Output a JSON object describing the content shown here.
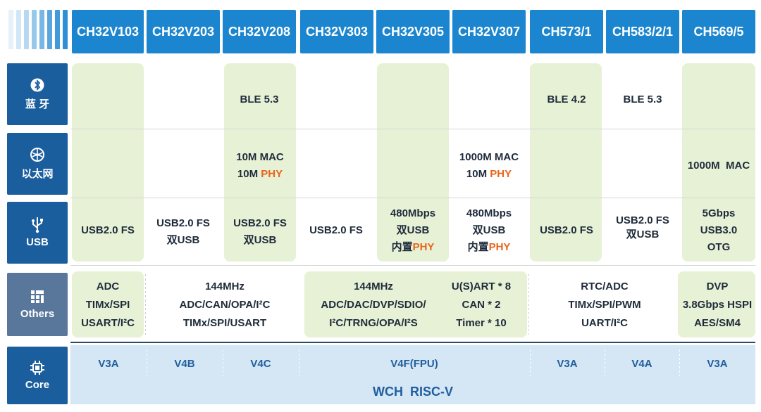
{
  "columns": [
    "CH32V103",
    "CH32V203",
    "CH32V208",
    "CH32V303",
    "CH32V305",
    "CH32V307",
    "CH573/1",
    "CH583/2/1",
    "CH569/5"
  ],
  "rows": {
    "bluetooth": {
      "label": "蓝 牙",
      "icon": "bluetooth-icon"
    },
    "ethernet": {
      "label": "以太网",
      "icon": "globe-icon"
    },
    "usb": {
      "label": "USB",
      "icon": "usb-icon"
    },
    "others": {
      "label": "Others",
      "icon": "grid-icon"
    },
    "core": {
      "label": "Core",
      "icon": "chip-icon"
    }
  },
  "bluetooth": {
    "ch32v208": "BLE 5.3",
    "ch573": "BLE 4.2",
    "ch583": "BLE 5.3"
  },
  "ethernet": {
    "ch32v208": {
      "line1": "10M MAC",
      "line2_prefix": "10M ",
      "line2_phy": "PHY"
    },
    "ch32v307": {
      "line1": "1000M MAC",
      "line2_prefix": "10M ",
      "line2_phy": "PHY"
    },
    "ch569": "1000M  MAC"
  },
  "usb": {
    "ch32v103": "USB2.0 FS",
    "ch32v203": {
      "line1": "USB2.0 FS",
      "line2": "双USB"
    },
    "ch32v208": {
      "line1": "USB2.0 FS",
      "line2": "双USB"
    },
    "ch32v303": "USB2.0 FS",
    "ch32v305": {
      "line1": "480Mbps",
      "line2": "双USB",
      "line3_prefix": "内置",
      "line3_phy": "PHY"
    },
    "ch32v307": {
      "line1": "480Mbps",
      "line2": "双USB",
      "line3_prefix": "内置",
      "line3_phy": "PHY"
    },
    "ch573": "USB2.0 FS",
    "ch583": {
      "line1": "USB2.0 FS",
      "line2": "双USB"
    },
    "ch569": {
      "line1": "5Gbps",
      "line2": "USB3.0",
      "line3": "OTG"
    }
  },
  "others": {
    "ch32v103": {
      "line1": "ADC",
      "line2": "TIMx/SPI",
      "line3": "USART/I²C"
    },
    "ch32v203_208": {
      "line1": "144MHz",
      "line2": "ADC/CAN/OPA/I²C",
      "line3": "TIMx/SPI/USART"
    },
    "ch32v30x_left": {
      "line1": "144MHz",
      "line2": "ADC/DAC/DVP/SDIO/",
      "line3": "I²C/TRNG/OPA/I²S"
    },
    "ch32v30x_right": {
      "line1": "U(S)ART * 8",
      "line2": "CAN * 2",
      "line3": "Timer * 10"
    },
    "ch57x_58x": {
      "line1": "RTC/ADC",
      "line2": "TIMx/SPI/PWM",
      "line3": "UART/I²C"
    },
    "ch569": {
      "line1": "DVP",
      "line2": "3.8Gbps HSPI",
      "line3": "AES/SM4"
    }
  },
  "core": {
    "ch32v103": "V3A",
    "ch32v203": "V4B",
    "ch32v208": "V4C",
    "ch32v30x": "V4F(FPU)",
    "ch573": "V3A",
    "ch583": "V4A",
    "ch569": "V3A",
    "family": "WCH  RISC-V"
  }
}
